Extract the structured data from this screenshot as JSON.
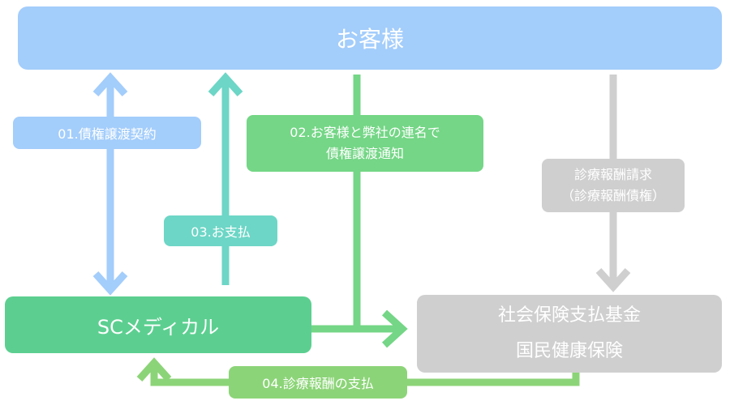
{
  "nodes": {
    "customer": "お客様",
    "sc_medical": "SCメディカル",
    "fund_line1": "社会保険支払基金",
    "fund_line2": "国民健康保険"
  },
  "labels": {
    "step01": "01.債権譲渡契約",
    "step02_line1": "02.お客様と弊社の連名で",
    "step02_line2": "債権譲渡通知",
    "step03": "03.お支払",
    "step04": "04.診療報酬の支払",
    "claim_line1": "診療報酬請求",
    "claim_line2": "（診療報酬債権）"
  },
  "colors": {
    "customer_blue": "#a3cdfb",
    "sc_green": "#5ccf90",
    "fund_gray": "#cfcfcf",
    "notice_green": "#74d686",
    "payment_teal": "#6dd6c6",
    "reimbursement_green": "#8cd478"
  }
}
